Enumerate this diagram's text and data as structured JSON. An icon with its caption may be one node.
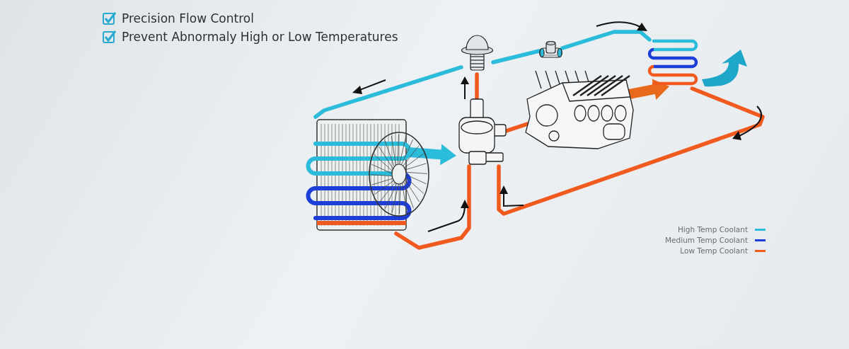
{
  "diagram": {
    "nodes": [
      {
        "text": [],
        "shape": "picture"
      },
      {
        "text": [],
        "shape": "picture"
      },
      {
        "text": [],
        "shape": "picture"
      },
      {
        "text": [],
        "shape": "picture"
      },
      {
        "text": [],
        "shape": "picture"
      },
      {
        "text": [],
        "shape": "picture"
      },
      {
        "text": [],
        "shape": "picture"
      }
    ],
    "edges": [
      {
        "from": 0,
        "to": 2,
        "arrow": "none"
      },
      {
        "from": 2,
        "to": 3,
        "arrow": "none"
      },
      {
        "from": 3,
        "to": 5,
        "arrow": "none",
        "color": "#2bbbdb"
      },
      {
        "from": 5,
        "to": 6,
        "arrow": "none",
        "color": "#2bbbdb"
      },
      {
        "from": 6,
        "to": 2,
        "arrow": "none"
      },
      {
        "from": 4,
        "to": 2,
        "arrow": "none"
      },
      {
        "from": 3,
        "to": 0,
        "arrow": "none",
        "color": "#2bbbdb"
      },
      {
        "from": 1,
        "to": 2,
        "arrow": "to",
        "style": "thick",
        "color": "#2bbbdb"
      },
      {
        "from": 4,
        "to": 6,
        "arrow": "to",
        "style": "thick",
        "color": "#e8681c"
      }
    ],
    "labels": [
      "Precision Flow Control",
      "Prevent Abnormaly High or Low Temperatures"
    ],
    "legend": [
      {
        "text": "High Temp Coolant",
        "color": "#2bbbdb"
      },
      {
        "text": "Medium Temp Coolant",
        "color": "#1d3fd8"
      },
      {
        "text": "Low Temp Coolant",
        "color": "#f05a1e"
      }
    ]
  }
}
